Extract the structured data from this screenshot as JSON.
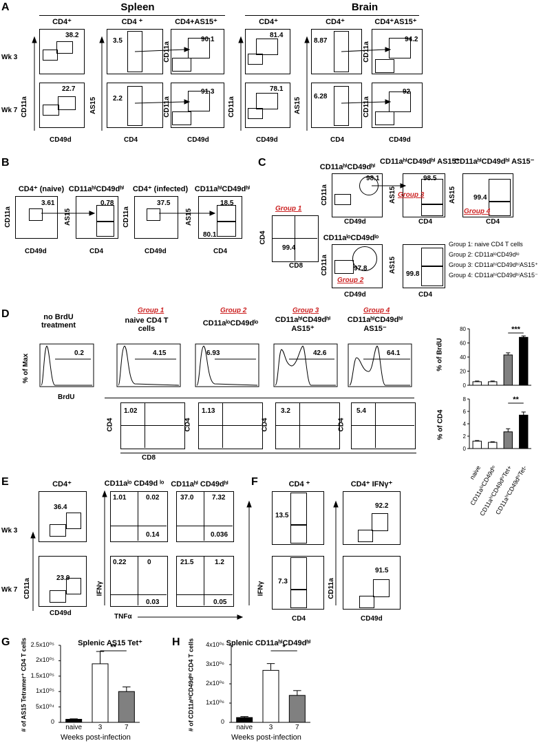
{
  "panels": {
    "A": "A",
    "B": "B",
    "C": "C",
    "D": "D",
    "E": "E",
    "F": "F",
    "G": "G",
    "H": "H"
  },
  "A": {
    "spleen_title": "Spleen",
    "brain_title": "Brain",
    "cols": [
      "CD4⁺",
      "CD4 ⁺",
      "CD4+AS15⁺",
      "CD4⁺",
      "CD4⁺",
      "CD4⁺AS15⁺"
    ],
    "rows": [
      "Wk 3",
      "Wk 7"
    ],
    "axes": {
      "cd11a": "CD11a",
      "cd49d": "CD49d",
      "as15": "AS15",
      "cd4": "CD4"
    },
    "values": {
      "spleen_wk3": [
        "38.2",
        "3.5",
        "90.1"
      ],
      "spleen_wk7": [
        "22.7",
        "2.2",
        "91.3"
      ],
      "brain_wk3": [
        "81.4",
        "8.87",
        "94.2"
      ],
      "brain_wk7": [
        "78.1",
        "6.28",
        "92"
      ]
    }
  },
  "B": {
    "titles": [
      "CD4⁺ (naive)",
      "CD11aʰⁱCD49dʰⁱ",
      "CD4⁺ (infected)",
      "CD11aʰⁱCD49dʰⁱ"
    ],
    "values": [
      "3.61",
      "0.78",
      "37.5",
      "18.5",
      "80.1"
    ]
  },
  "C": {
    "titles": [
      "CD11aʰⁱCD49dʰⁱ",
      "CD11aʰⁱCD49dʰⁱ AS15⁺",
      "CD11aʰⁱCD49dʰⁱ AS15⁻",
      "CD11aˡᵒCD49dˡᵒ"
    ],
    "groups": [
      "Group 1",
      "Group 2",
      "Group 3",
      "Group 4"
    ],
    "values": [
      "98.1",
      "98.5",
      "99.4",
      "99.4",
      "97.8",
      "99.8"
    ],
    "legend": [
      "Group 1: naive CD4 T cells",
      "Group 2: CD11aˡᵒCD49dˡᵒ",
      "Group 3: CD11aʰⁱCD49dʰⁱAS15⁺",
      "Group 4: CD11aʰⁱCD49dʰⁱAS15⁻"
    ],
    "axes": {
      "cd4": "CD4",
      "cd8": "CD8"
    }
  },
  "D": {
    "titles": [
      "no BrdU treatment",
      "naive CD4 T cells",
      "CD11aˡᵒCD49dˡᵒ",
      "CD11aʰⁱCD49dʰⁱ AS15⁺",
      "CD11aʰⁱCD49dʰⁱ AS15⁻"
    ],
    "hist_values": [
      "0.2",
      "4.15",
      "6.93",
      "42.6",
      "64.1"
    ],
    "dot_values": [
      "1.02",
      "1.13",
      "3.2",
      "5.4"
    ],
    "ylabel": "% of Max",
    "xlabel": "BrdU",
    "cd8": "CD8",
    "cd4": "CD4"
  },
  "E": {
    "titles": [
      "CD4⁺",
      "CD11aˡᵒ CD49d ˡᵒ",
      "CD11aʰⁱ CD49dʰⁱ"
    ],
    "rows": [
      "Wk 3",
      "Wk 7"
    ],
    "gate": [
      "36.4",
      "23.9"
    ],
    "lo_wk3": [
      "1.01",
      "0.02",
      "0.14"
    ],
    "hi_wk3": [
      "37.0",
      "7.32",
      "0.036"
    ],
    "lo_wk7": [
      "0.22",
      "0",
      "0.03"
    ],
    "hi_wk7": [
      "21.5",
      "1.2",
      "0.05"
    ],
    "ifng": "IFNγ",
    "tnfa": "TNFα"
  },
  "F": {
    "titles": [
      "CD4 ⁺",
      "CD4⁺ IFNγ⁺"
    ],
    "values": [
      "13.5",
      "7.3",
      "92.2",
      "91.5"
    ]
  },
  "G": {
    "title": "Splenic AS15 Tet⁺",
    "ylabel": "# of AS15 Tetramer⁺ CD4 T cells",
    "xlabel": "Weeks post-infection",
    "sig": "**"
  },
  "H": {
    "title": "Splenic CD11aʰⁱCD49dʰⁱ",
    "ylabel": "# of CD11aʰⁱCD49dʰⁱ CD4 T cells",
    "xlabel": "Weeks post-infection",
    "sig": "*"
  },
  "chart_data": [
    {
      "type": "bar",
      "title": "",
      "categories": [
        "naive",
        "CD11aˡᵒCD49dˡᵒ",
        "CD11aʰⁱCD49dʰⁱTet+",
        "CD11aʰⁱCD49dʰⁱTet-"
      ],
      "values": [
        5,
        5,
        43,
        68
      ],
      "errors": [
        1,
        1,
        3,
        2
      ],
      "colors": [
        "#ffffff",
        "#ffffff",
        "#808080",
        "#000000"
      ],
      "ylabel": "% of BrdU",
      "ylim": [
        0,
        80
      ],
      "yticks": [
        "0",
        "20",
        "40",
        "60",
        "80"
      ],
      "sig": "***"
    },
    {
      "type": "bar",
      "title": "",
      "categories": [
        "naive",
        "CD11aˡᵒCD49dˡᵒ",
        "CD11aʰⁱCD49dʰⁱTet+",
        "CD11aʰⁱCD49dʰⁱTet-"
      ],
      "values": [
        1.2,
        1.0,
        2.7,
        5.4
      ],
      "errors": [
        0.1,
        0.1,
        0.5,
        0.5
      ],
      "colors": [
        "#ffffff",
        "#ffffff",
        "#808080",
        "#000000"
      ],
      "ylabel": "% of CD4",
      "ylim": [
        0,
        8
      ],
      "yticks": [
        "0",
        "2",
        "4",
        "6",
        "8"
      ],
      "sig": "**"
    },
    {
      "type": "bar",
      "title": "Splenic AS15 Tet⁺",
      "categories": [
        "naive",
        "3",
        "7"
      ],
      "values": [
        10000,
        190000,
        100000
      ],
      "errors": [
        1500,
        40000,
        15000
      ],
      "colors": [
        "#000000",
        "#ffffff",
        "#808080"
      ],
      "ylabel": "# of AS15 Tetramer⁺ CD4 T cells",
      "xlabel": "Weeks post-infection",
      "ylim": [
        0,
        250000
      ],
      "yticks": [
        "0",
        "5x10⁰⁴",
        "1x10⁰⁵",
        "1.5x10⁰⁵",
        "2x10⁰⁵",
        "2.5x10⁰⁵"
      ]
    },
    {
      "type": "bar",
      "title": "Splenic CD11aʰⁱCD49dʰⁱ",
      "categories": [
        "naive",
        "3",
        "7"
      ],
      "values": [
        250000,
        2700000,
        1400000
      ],
      "errors": [
        50000,
        350000,
        250000
      ],
      "colors": [
        "#000000",
        "#ffffff",
        "#808080"
      ],
      "ylabel": "# of CD11aʰⁱCD49dʰⁱ CD4 T cells",
      "xlabel": "Weeks post-infection",
      "ylim": [
        0,
        4000000
      ],
      "yticks": [
        "0",
        "1x10⁰⁶",
        "2x10⁰⁶",
        "3x10⁰⁶",
        "4x10⁰⁶"
      ]
    }
  ]
}
